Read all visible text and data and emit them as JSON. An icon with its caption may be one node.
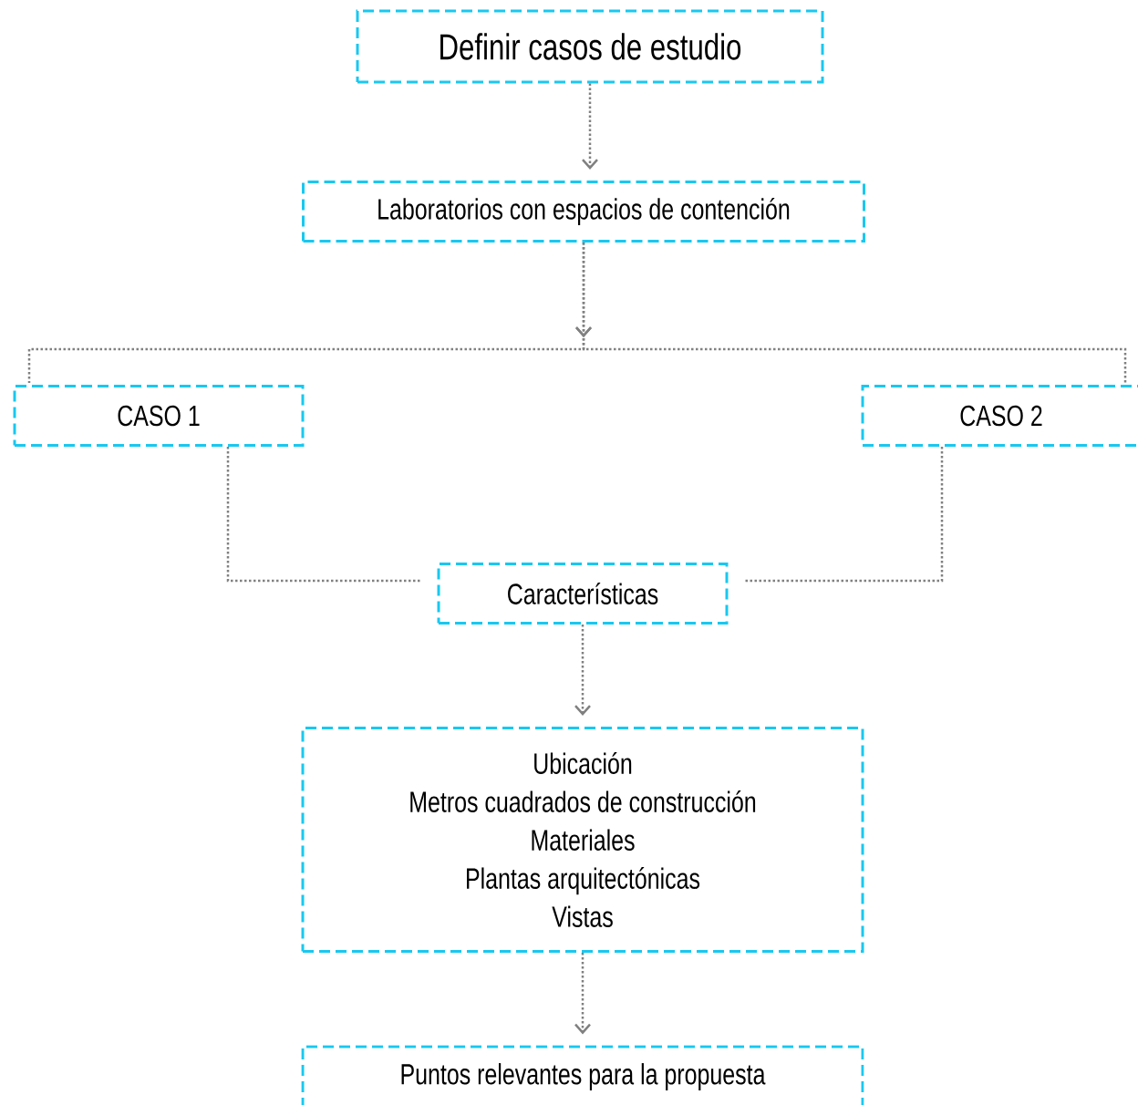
{
  "diagram": {
    "nodes": [
      {
        "text": [
          "Definir casos de estudio"
        ]
      },
      {
        "text": [
          "Laboratorios con espacios de contención"
        ]
      },
      {
        "text": [
          "CASO 1"
        ]
      },
      {
        "text": [
          "CASO 2"
        ]
      },
      {
        "text": [
          "Características"
        ]
      },
      {
        "text": [
          "Ubicación",
          "Metros cuadrados de construcción",
          "Materiales",
          "Plantas arquitectónicas",
          "Vistas"
        ]
      },
      {
        "text": [
          "Puntos relevantes para la propuesta"
        ]
      }
    ],
    "edges": [
      {
        "from": 0,
        "to": 1,
        "arrow": "to"
      },
      {
        "from": 1,
        "to": 2,
        "arrow": "to"
      },
      {
        "from": 1,
        "to": 3,
        "arrow": "to"
      },
      {
        "from": 2,
        "to": 4,
        "arrow": "none"
      },
      {
        "from": 3,
        "to": 4,
        "arrow": "none"
      },
      {
        "from": 4,
        "to": 5,
        "arrow": "to"
      },
      {
        "from": 5,
        "to": 6,
        "arrow": "to"
      }
    ]
  }
}
